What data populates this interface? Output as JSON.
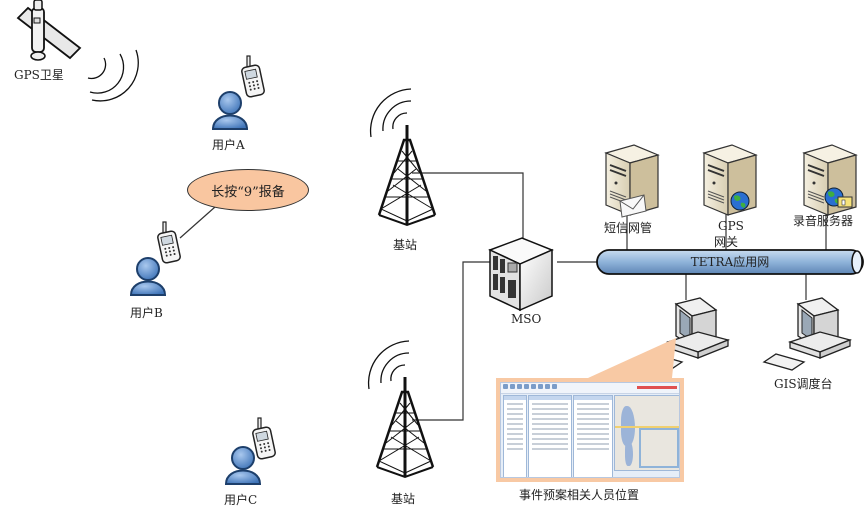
{
  "title": "TETRA GPS user location reporting network diagram",
  "nodes": {
    "gps_satellite": {
      "label": "GPS卫星",
      "icon": "satellite-icon"
    },
    "user_a": {
      "label": "用户A",
      "icon": "user-with-phone-icon"
    },
    "user_b": {
      "label": "用户B",
      "icon": "user-with-phone-icon"
    },
    "user_c": {
      "label": "用户C",
      "icon": "user-with-phone-icon"
    },
    "callout": {
      "label": "长按“9”报备"
    },
    "base_station_1": {
      "label": "基站",
      "icon": "radio-tower-icon"
    },
    "base_station_2": {
      "label": "基站",
      "icon": "radio-tower-icon"
    },
    "mso": {
      "label": "MSO",
      "icon": "switch-cabinet-icon"
    },
    "sms_server": {
      "label": "短信网管",
      "icon": "server-mail-icon"
    },
    "gps_gateway": {
      "label_line1": "GPS",
      "label_line2": "网关",
      "icon": "server-globe-icon"
    },
    "recording_server": {
      "label": "录音服务器",
      "icon": "server-globe-folder-icon"
    },
    "bus": {
      "label": "TETRA应用网"
    },
    "workstation": {
      "icon": "desktop-computer-icon"
    },
    "gis_console": {
      "label": "GIS调度台",
      "icon": "desktop-computer-icon"
    },
    "screenshot": {
      "label": "事件预案相关人员位置"
    }
  },
  "colors": {
    "callout_fill": "#f9c6a0",
    "bus_fill": "#8fb3d9",
    "user_blue": "#5b8fcf",
    "screenshot_frame": "#f8c9a4"
  }
}
